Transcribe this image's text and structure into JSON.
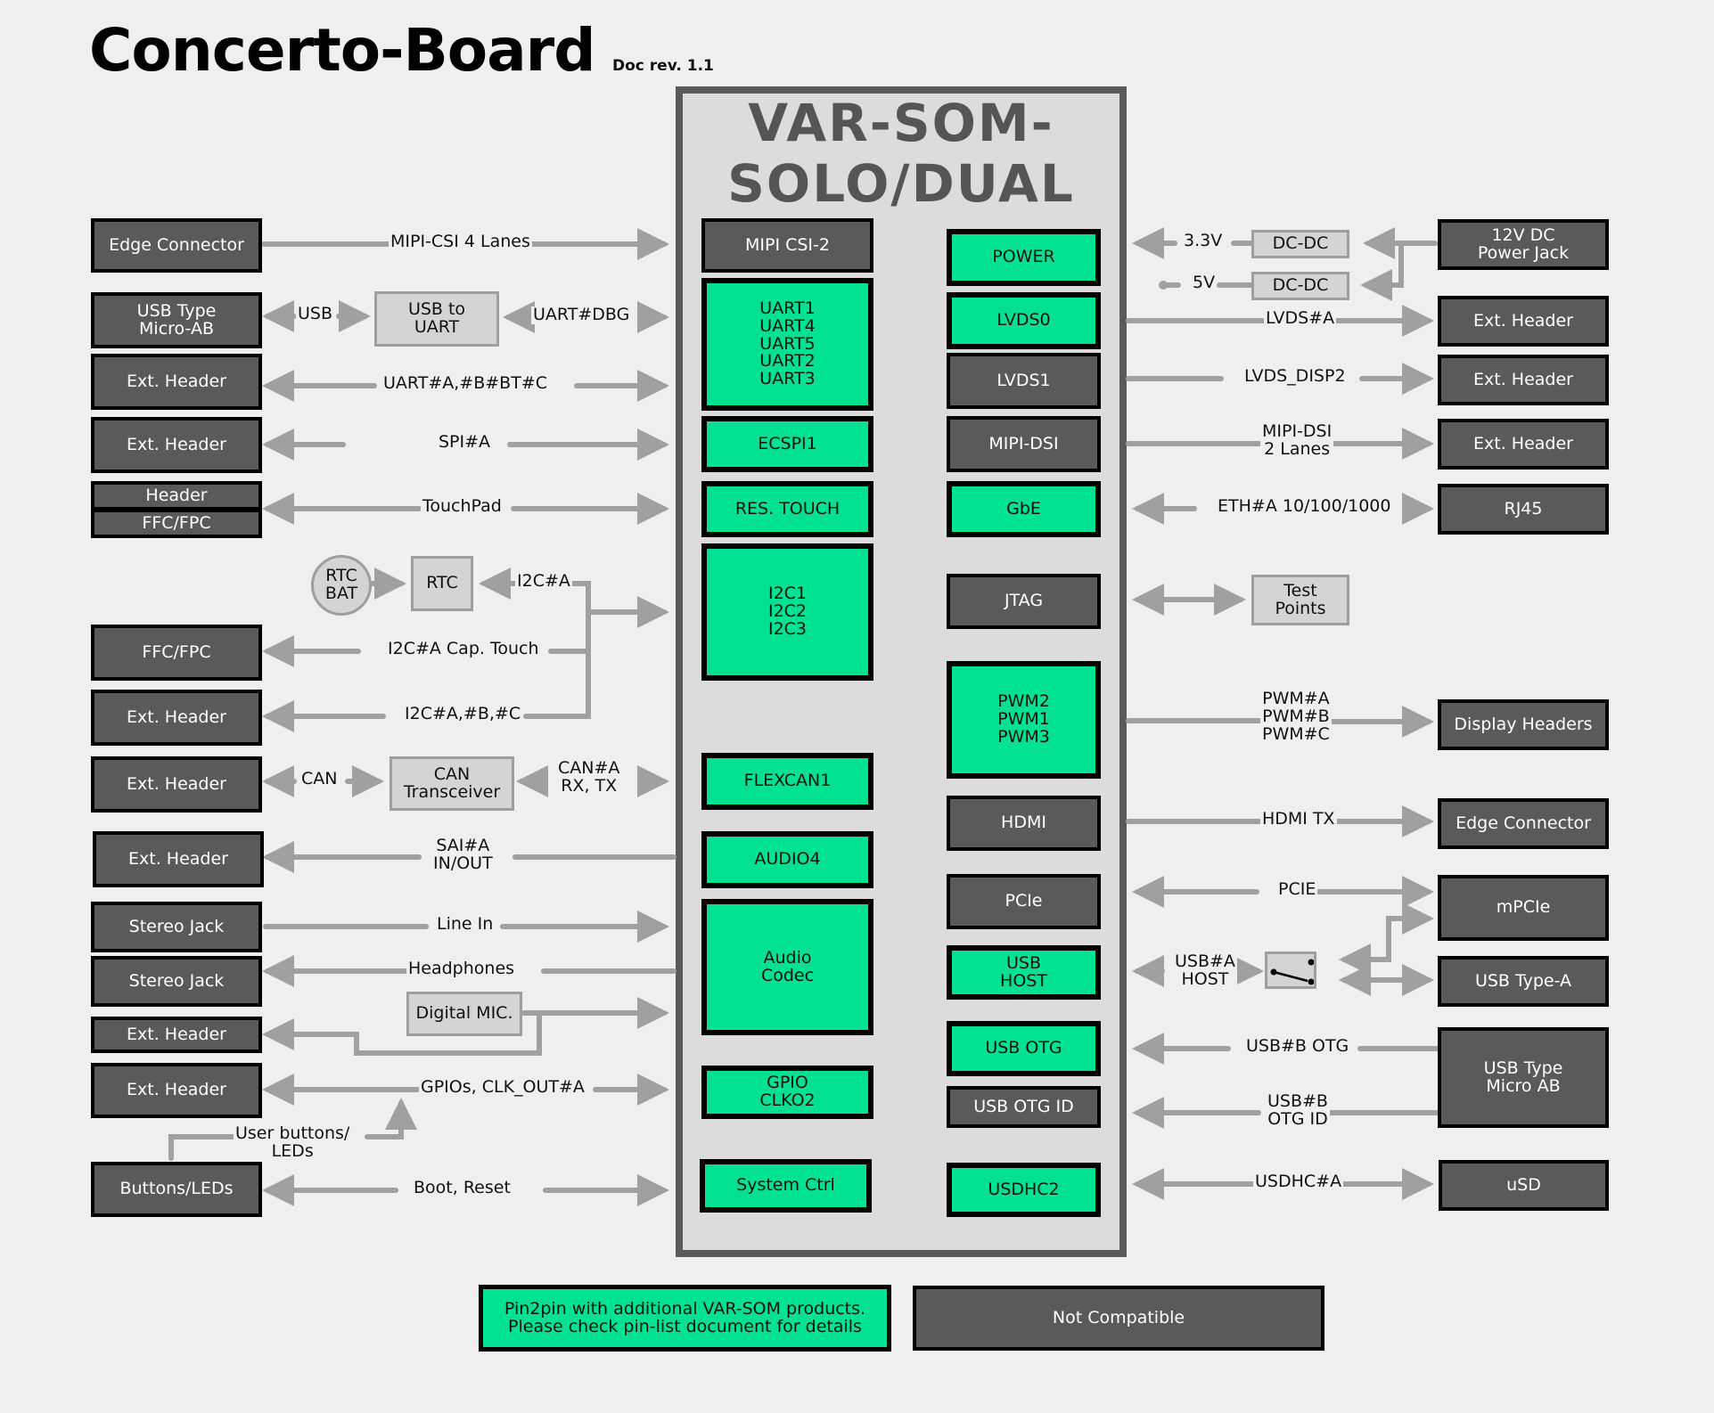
{
  "header": {
    "title": "Concerto-Board",
    "doc_rev": "Doc rev. 1.1"
  },
  "som": {
    "title": "VAR-SOM-\nSOLO/DUAL",
    "left_blocks": [
      {
        "id": "mipi-csi2",
        "label": "MIPI CSI-2",
        "compat": false
      },
      {
        "id": "uart",
        "label": "UART1\nUART4\nUART5\nUART2\nUART3",
        "compat": true
      },
      {
        "id": "ecspi1",
        "label": "ECSPI1",
        "compat": true
      },
      {
        "id": "res-touch",
        "label": "RES. TOUCH",
        "compat": true
      },
      {
        "id": "i2c",
        "label": "I2C1\nI2C2\nI2C3",
        "compat": true
      },
      {
        "id": "flexcan1",
        "label": "FLEXCAN1",
        "compat": true
      },
      {
        "id": "audio4",
        "label": "AUDIO4",
        "compat": true
      },
      {
        "id": "audio-codec",
        "label": "Audio\nCodec",
        "compat": true
      },
      {
        "id": "gpio",
        "label": "GPIO\nCLKO2",
        "compat": true
      },
      {
        "id": "system-ctrl",
        "label": "System Ctrl",
        "compat": true
      }
    ],
    "right_blocks": [
      {
        "id": "power",
        "label": "POWER",
        "compat": true
      },
      {
        "id": "lvds0",
        "label": "LVDS0",
        "compat": true
      },
      {
        "id": "lvds1",
        "label": "LVDS1",
        "compat": false
      },
      {
        "id": "mipi-dsi",
        "label": "MIPI-DSI",
        "compat": false
      },
      {
        "id": "gbe",
        "label": "GbE",
        "compat": true
      },
      {
        "id": "jtag",
        "label": "JTAG",
        "compat": false
      },
      {
        "id": "pwm",
        "label": "PWM2\nPWM1\nPWM3",
        "compat": true
      },
      {
        "id": "hdmi",
        "label": "HDMI",
        "compat": false
      },
      {
        "id": "pcie",
        "label": "PCIe",
        "compat": false
      },
      {
        "id": "usb-host",
        "label": "USB\nHOST",
        "compat": true
      },
      {
        "id": "usb-otg",
        "label": "USB OTG",
        "compat": true
      },
      {
        "id": "usb-otg-id",
        "label": "USB OTG ID",
        "compat": false
      },
      {
        "id": "usdhc2",
        "label": "USDHC2",
        "compat": true
      }
    ]
  },
  "left_peripherals": [
    {
      "label": "Edge Connector"
    },
    {
      "label": "USB Type\nMicro-AB"
    },
    {
      "label": "Ext. Header"
    },
    {
      "label": "Ext. Header"
    },
    {
      "label": "Header"
    },
    {
      "label": "FFC/FPC"
    },
    {
      "label": "FFC/FPC"
    },
    {
      "label": "Ext. Header"
    },
    {
      "label": "Ext. Header"
    },
    {
      "label": "Ext. Header"
    },
    {
      "label": "Stereo Jack"
    },
    {
      "label": "Stereo Jack"
    },
    {
      "label": "Ext. Header"
    },
    {
      "label": "Ext. Header"
    },
    {
      "label": "Buttons/LEDs"
    }
  ],
  "left_intermediates": {
    "usb_to_uart": "USB to\nUART",
    "rtc_bat": "RTC\nBAT",
    "rtc": "RTC",
    "can_transceiver": "CAN\nTransceiver",
    "digital_mic": "Digital MIC."
  },
  "left_signals": {
    "mipi_csi": "MIPI-CSI 4 Lanes",
    "usb": "USB",
    "uart_dbg": "UART#DBG",
    "uart_abc": "UART#A,#B#BT#C",
    "spi": "SPI#A",
    "touchpad": "TouchPad",
    "i2c_a": "I2C#A",
    "i2c_cap": "I2C#A Cap. Touch",
    "i2c_abc": "I2C#A,#B,#C",
    "can": "CAN",
    "can_a": "CAN#A\nRX, TX",
    "sai": "SAI#A\nIN/OUT",
    "line_in": "Line In",
    "headphones": "Headphones",
    "gpios": "GPIOs, CLK_OUT#A",
    "user_buttons": "User buttons/\nLEDs",
    "boot_reset": "Boot, Reset"
  },
  "right_peripherals": [
    {
      "label": "12V DC\nPower Jack"
    },
    {
      "label": "Ext. Header"
    },
    {
      "label": "Ext. Header"
    },
    {
      "label": "Ext. Header"
    },
    {
      "label": "RJ45"
    },
    {
      "label": "Display Headers"
    },
    {
      "label": "Edge Connector"
    },
    {
      "label": "mPCIe"
    },
    {
      "label": "USB Type-A"
    },
    {
      "label": "USB Type\nMicro AB"
    },
    {
      "label": "uSD"
    }
  ],
  "right_intermediates": {
    "dcdc_1": "DC-DC",
    "dcdc_2": "DC-DC",
    "test_points": "Test\nPoints",
    "usb_switch": "switch-icon"
  },
  "right_signals": {
    "v33": "3.3V",
    "v5": "5V",
    "lvds_a": "LVDS#A",
    "lvds_disp2": "LVDS_DISP2",
    "mipi_dsi": "MIPI-DSI\n2 Lanes",
    "eth": "ETH#A 10/100/1000",
    "pwm": "PWM#A\nPWM#B\nPWM#C",
    "hdmi_tx": "HDMI TX",
    "pcie": "PCIE",
    "usb_a_host": "USB#A\nHOST",
    "usb_b_otg": "USB#B OTG",
    "usb_b_otg_id": "USB#B\nOTG ID",
    "usdhc_a": "USDHC#A"
  },
  "legend": {
    "compatible": "Pin2pin with additional VAR-SOM products.\nPlease check pin-list document for details",
    "not_compatible": "Not Compatible"
  },
  "colors": {
    "compatible": "#00e291",
    "not_compatible": "#5a5a5a",
    "wire": "#a0a0a0",
    "intermediate": "#d4d4d4"
  }
}
